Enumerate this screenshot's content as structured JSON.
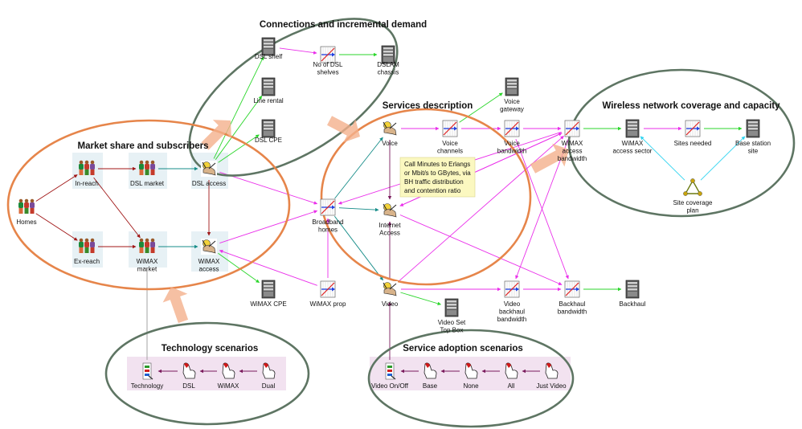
{
  "colors": {
    "orange": "#e6854a",
    "dark_green": "#5e7563",
    "arrow_red": "#a01616",
    "arrow_magenta": "#ea2fea",
    "arrow_green": "#2bd62b",
    "arrow_cyan": "#30d4f0",
    "arrow_teal": "#158c88",
    "arrow_maroon": "#7a1a5c",
    "arrow_grey": "#9a9a9a",
    "panel_blue": "#e7f1f5",
    "panel_pink": "#f2e2f0",
    "note_yellow": "#fbf8c0"
  },
  "groups": {
    "connections": "Connections and incremental demand",
    "services": "Services description",
    "wireless": "Wireless network coverage and capacity",
    "market": "Market share and subscribers",
    "technology": "Technology scenarios",
    "service_adoption": "Service adoption scenarios"
  },
  "note": {
    "lines": [
      "Call Minutes to Erlangs",
      "or Mbit/s to GBytes, via",
      "BH traffic distribution",
      "and contention ratio"
    ]
  },
  "nodes": {
    "homes": {
      "label": [
        "Homes"
      ],
      "icon": "people-icon"
    },
    "in_reach": {
      "label": [
        "In-reach"
      ],
      "icon": "people-icon"
    },
    "ex_reach": {
      "label": [
        "Ex-reach"
      ],
      "icon": "people-icon"
    },
    "dsl_market": {
      "label": [
        "DSL market"
      ],
      "icon": "people-icon"
    },
    "wimax_market": {
      "label": [
        "WiMAX",
        "market"
      ],
      "icon": "people-icon"
    },
    "dsl_access": {
      "label": [
        "DSL access"
      ],
      "icon": "handshake-icon"
    },
    "wimax_access": {
      "label": [
        "WiMAX",
        "access"
      ],
      "icon": "handshake-icon"
    },
    "dsl_shelf": {
      "label": [
        "DSL shelf"
      ],
      "icon": "cabinet-icon"
    },
    "no_dsl_shelves": {
      "label": [
        "No of DSL",
        "shelves"
      ],
      "icon": "graph-icon"
    },
    "dslam_chassis": {
      "label": [
        "DSLAM",
        "chassis"
      ],
      "icon": "cabinet-icon"
    },
    "line_rental": {
      "label": [
        "Line rental"
      ],
      "icon": "cabinet-icon"
    },
    "dsl_cpe": {
      "label": [
        "DSL CPE"
      ],
      "icon": "cabinet-icon"
    },
    "wimax_cpe": {
      "label": [
        "WiMAX CPE"
      ],
      "icon": "cabinet-icon"
    },
    "wimax_prop": {
      "label": [
        "WiMAX prop"
      ],
      "icon": "graph-icon"
    },
    "broadband_homes": {
      "label": [
        "Broadband",
        "homes"
      ],
      "icon": "graph-icon"
    },
    "voice": {
      "label": [
        "Voice"
      ],
      "icon": "handshake-icon"
    },
    "internet_access": {
      "label": [
        "Internet",
        "Access"
      ],
      "icon": "handshake-icon"
    },
    "video": {
      "label": [
        "Video"
      ],
      "icon": "handshake-icon"
    },
    "voice_channels": {
      "label": [
        "Voice",
        "channels"
      ],
      "icon": "graph-icon"
    },
    "voice_gateway": {
      "label": [
        "Voice",
        "gateway"
      ],
      "icon": "cabinet-icon"
    },
    "voice_bandwidth": {
      "label": [
        "Voice",
        "bandwidth"
      ],
      "icon": "graph-icon"
    },
    "wimax_access_bandwidth": {
      "label": [
        "WiMAX",
        "access",
        "bandwidth"
      ],
      "icon": "graph-icon"
    },
    "wimax_access_sector": {
      "label": [
        "WiMAX",
        "access sector"
      ],
      "icon": "cabinet-icon"
    },
    "sites_needed": {
      "label": [
        "Sites needed"
      ],
      "icon": "graph-icon"
    },
    "base_station_site": {
      "label": [
        "Base station",
        "site"
      ],
      "icon": "cabinet-icon"
    },
    "site_coverage_plan": {
      "label": [
        "Site coverage",
        "plan"
      ],
      "icon": "triangle-icon"
    },
    "video_set_top_box": {
      "label": [
        "Video Set",
        "Top Box"
      ],
      "icon": "cabinet-icon"
    },
    "video_backhaul_bandwidth": {
      "label": [
        "Video",
        "backhaul",
        "bandwidth"
      ],
      "icon": "graph-icon"
    },
    "backhaul_bandwidth": {
      "label": [
        "Backhaul",
        "bandwidth"
      ],
      "icon": "graph-icon"
    },
    "backhaul": {
      "label": [
        "Backhaul"
      ],
      "icon": "cabinet-icon"
    },
    "technology": {
      "label": [
        "Technology"
      ],
      "icon": "switch-icon"
    },
    "dsl": {
      "label": [
        "DSL"
      ],
      "icon": "hand-icon"
    },
    "wimax": {
      "label": [
        "WiMAX"
      ],
      "icon": "hand-icon"
    },
    "dual": {
      "label": [
        "Dual"
      ],
      "icon": "hand-icon"
    },
    "video_on_off": {
      "label": [
        "Video On/Off"
      ],
      "icon": "switch-icon"
    },
    "base": {
      "label": [
        "Base"
      ],
      "icon": "hand-icon"
    },
    "none": {
      "label": [
        "None"
      ],
      "icon": "hand-icon"
    },
    "all": {
      "label": [
        "All"
      ],
      "icon": "hand-icon"
    },
    "just_video": {
      "label": [
        "Just Video"
      ],
      "icon": "hand-icon"
    }
  }
}
